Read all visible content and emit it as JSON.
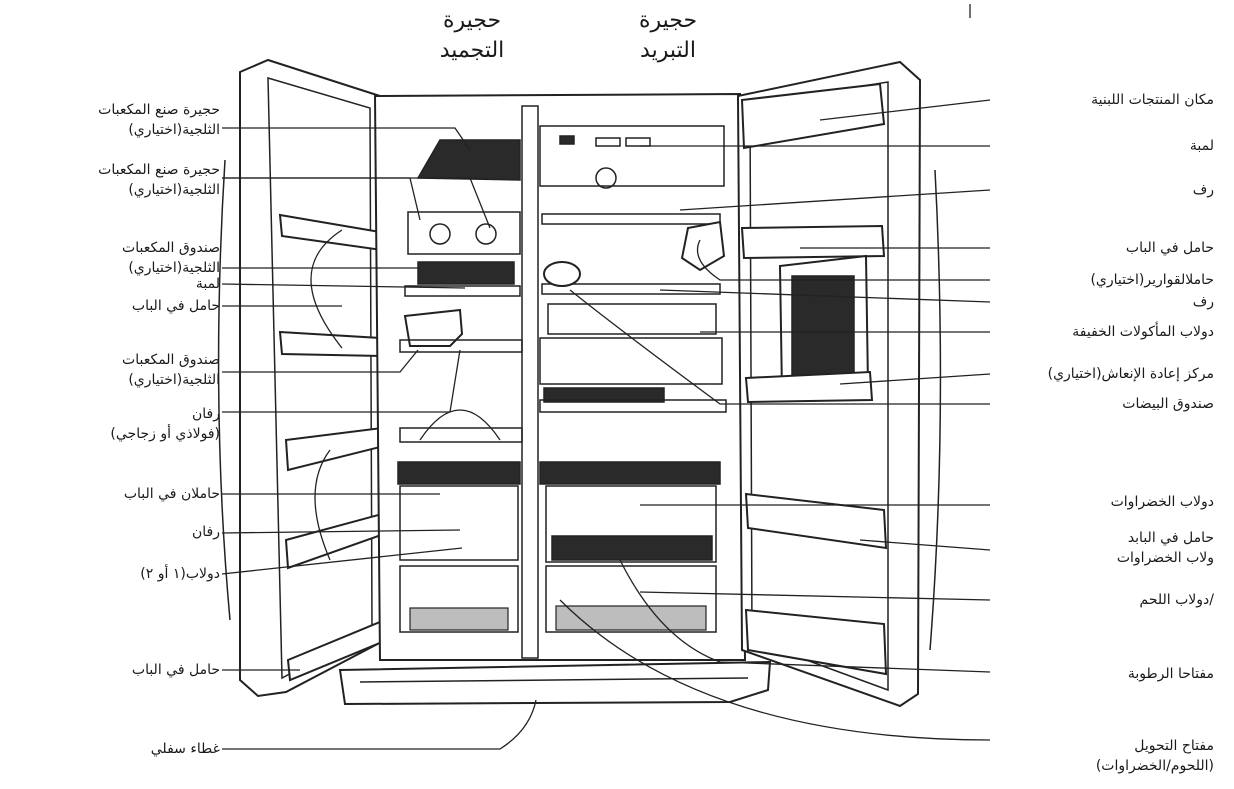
{
  "headers": {
    "freezer": [
      "حجيرة",
      "التجميد"
    ],
    "fridge": [
      "حجيرة",
      "التبريد"
    ]
  },
  "left_labels": [
    [
      "حجيرة صنع المكعبات",
      "الثلجية(اختياري)"
    ],
    [
      "حجيرة صنع المكعبات",
      "الثلجية(اختياري)"
    ],
    [
      "صندوق المكعبات",
      "الثلجية(اختياري)"
    ],
    [
      "لمبة"
    ],
    [
      "حامل في الباب"
    ],
    [
      "صندوق المكعبات",
      "الثلجية(اختياري)"
    ],
    [
      "رفان",
      "(فولاذي أو زجاجي)"
    ],
    [
      "حاملان في الباب"
    ],
    [
      "رفان"
    ],
    [
      "دولاب(١ أو ٢)"
    ],
    [
      "حامل في الباب"
    ],
    [
      "غطاء سفلي"
    ]
  ],
  "right_labels": [
    [
      "مكان المنتجات اللبنية"
    ],
    [
      "لمبة"
    ],
    [
      "رف"
    ],
    [
      "حامل في الباب"
    ],
    [
      "حاملالقوارير(اختياري)"
    ],
    [
      "رف"
    ],
    [
      "دولاب المأكولات الخفيفة"
    ],
    [
      "مركز إعادة الإنعاش(اختياري)"
    ],
    [
      "صندوق البيضات"
    ],
    [
      "دولاب الخضراوات"
    ],
    [
      "حامل في البابد",
      "ولاب الخضراوات"
    ],
    [
      "/دولاب اللحم"
    ],
    [
      "مفتاحا الرطوبة"
    ],
    [
      "مفتاح التحويل",
      "(اللحوم/الخضراوات)"
    ]
  ]
}
